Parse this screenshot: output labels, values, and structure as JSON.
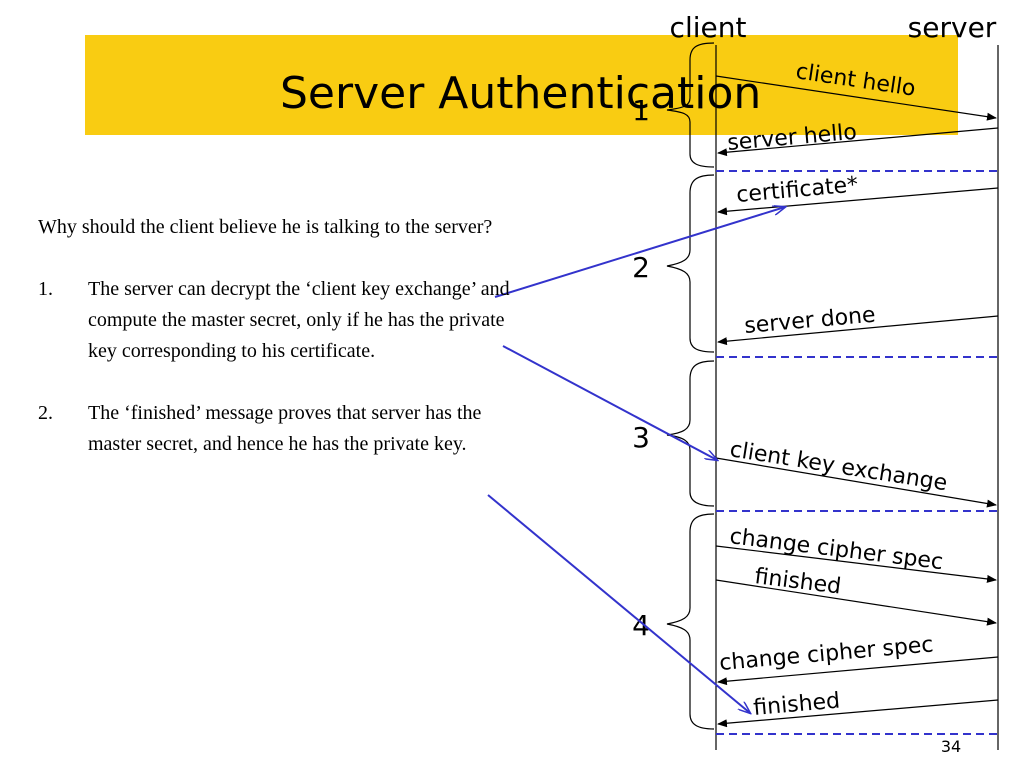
{
  "slide": {
    "title": "Server Authentication",
    "page_number": "34"
  },
  "question": "Why should the client believe he is talking to the server?",
  "points": [
    {
      "num": "1.",
      "text": "The server can decrypt the ‘client key exchange’ and compute the master secret, only if he has the private key corresponding to his certificate."
    },
    {
      "num": "2.",
      "text": "The ‘finished’ message proves that server has the master secret, and hence he has the private key."
    }
  ],
  "diagram": {
    "parties": {
      "client": "client",
      "server": "server"
    },
    "phases": [
      "1",
      "2",
      "3",
      "4"
    ],
    "messages": {
      "client_hello": "client hello",
      "server_hello": "server hello",
      "certificate": "certificate*",
      "server_done": "server done",
      "client_key_exchange": "client key exchange",
      "change_cipher_spec_client": "change cipher spec",
      "finished_client": "finished",
      "change_cipher_spec_server": "change cipher spec",
      "finished_server": "finished"
    },
    "colors": {
      "title_band": "#f9cc12",
      "annotation_arrow": "#3333cc",
      "phase_divider": "#3333cc",
      "message_arrow": "#000000"
    }
  }
}
